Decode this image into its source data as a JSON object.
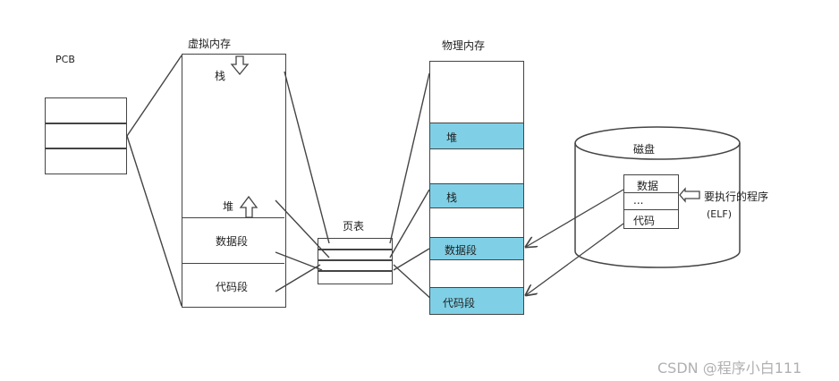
{
  "pcb": {
    "title": "PCB"
  },
  "virtual_memory": {
    "title": "虚拟内存",
    "stack": "栈",
    "heap": "堆",
    "data_segment": "数据段",
    "code_segment": "代码段"
  },
  "page_table": {
    "title": "页表"
  },
  "physical_memory": {
    "title": "物理内存",
    "heap": "堆",
    "stack": "栈",
    "data_segment": "数据段",
    "code_segment": "代码段"
  },
  "disk": {
    "title": "磁盘",
    "data": "数据",
    "ellipsis": "...",
    "code": "代码",
    "program_label": "要执行的程序",
    "program_format": "(ELF)"
  },
  "watermark": "CSDN @程序小白111",
  "colors": {
    "highlight": "#7fd0e6",
    "stroke": "#444444"
  }
}
